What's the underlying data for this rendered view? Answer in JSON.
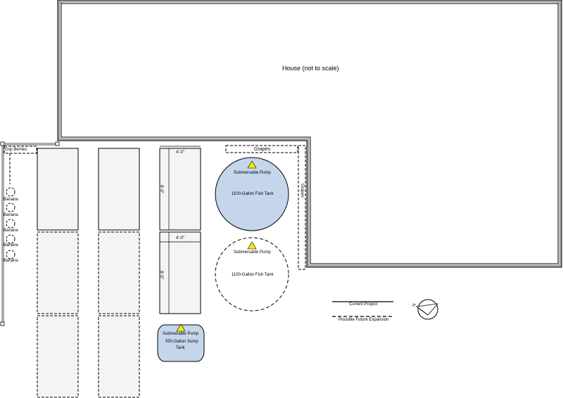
{
  "house": {
    "label": "House (not to scale)"
  },
  "labels": {
    "goji": "Goji Berries",
    "grapes_top": "Grapes",
    "grapes_side": "Grapes",
    "banana": "Banana",
    "dim_width_1": "4'-0\"",
    "dim_length_1": "8'-0\"",
    "dim_width_2": "4'-0\"",
    "dim_length_2": "8'-0\""
  },
  "pumps": {
    "pump_1": "Submersable Pump",
    "pump_2": "Submersable Pump",
    "pump_3": "Submenable Pump"
  },
  "tanks": {
    "fish_tank_1": "1100-Gallon Fish Tank",
    "fish_tank_2": "1100-Gallon Fish Tank",
    "sump_line1": "550-Gallon Sump",
    "sump_line2": "Tank"
  },
  "legend": {
    "current": "Current Project",
    "future": "Possible Future Expansion",
    "north": "N"
  },
  "colors": {
    "tank_fill": "#c5d6ec",
    "bed_fill": "#f4f4f4",
    "pump_triangle": "#f2ef00",
    "house_wall": "#9a9a9a"
  }
}
